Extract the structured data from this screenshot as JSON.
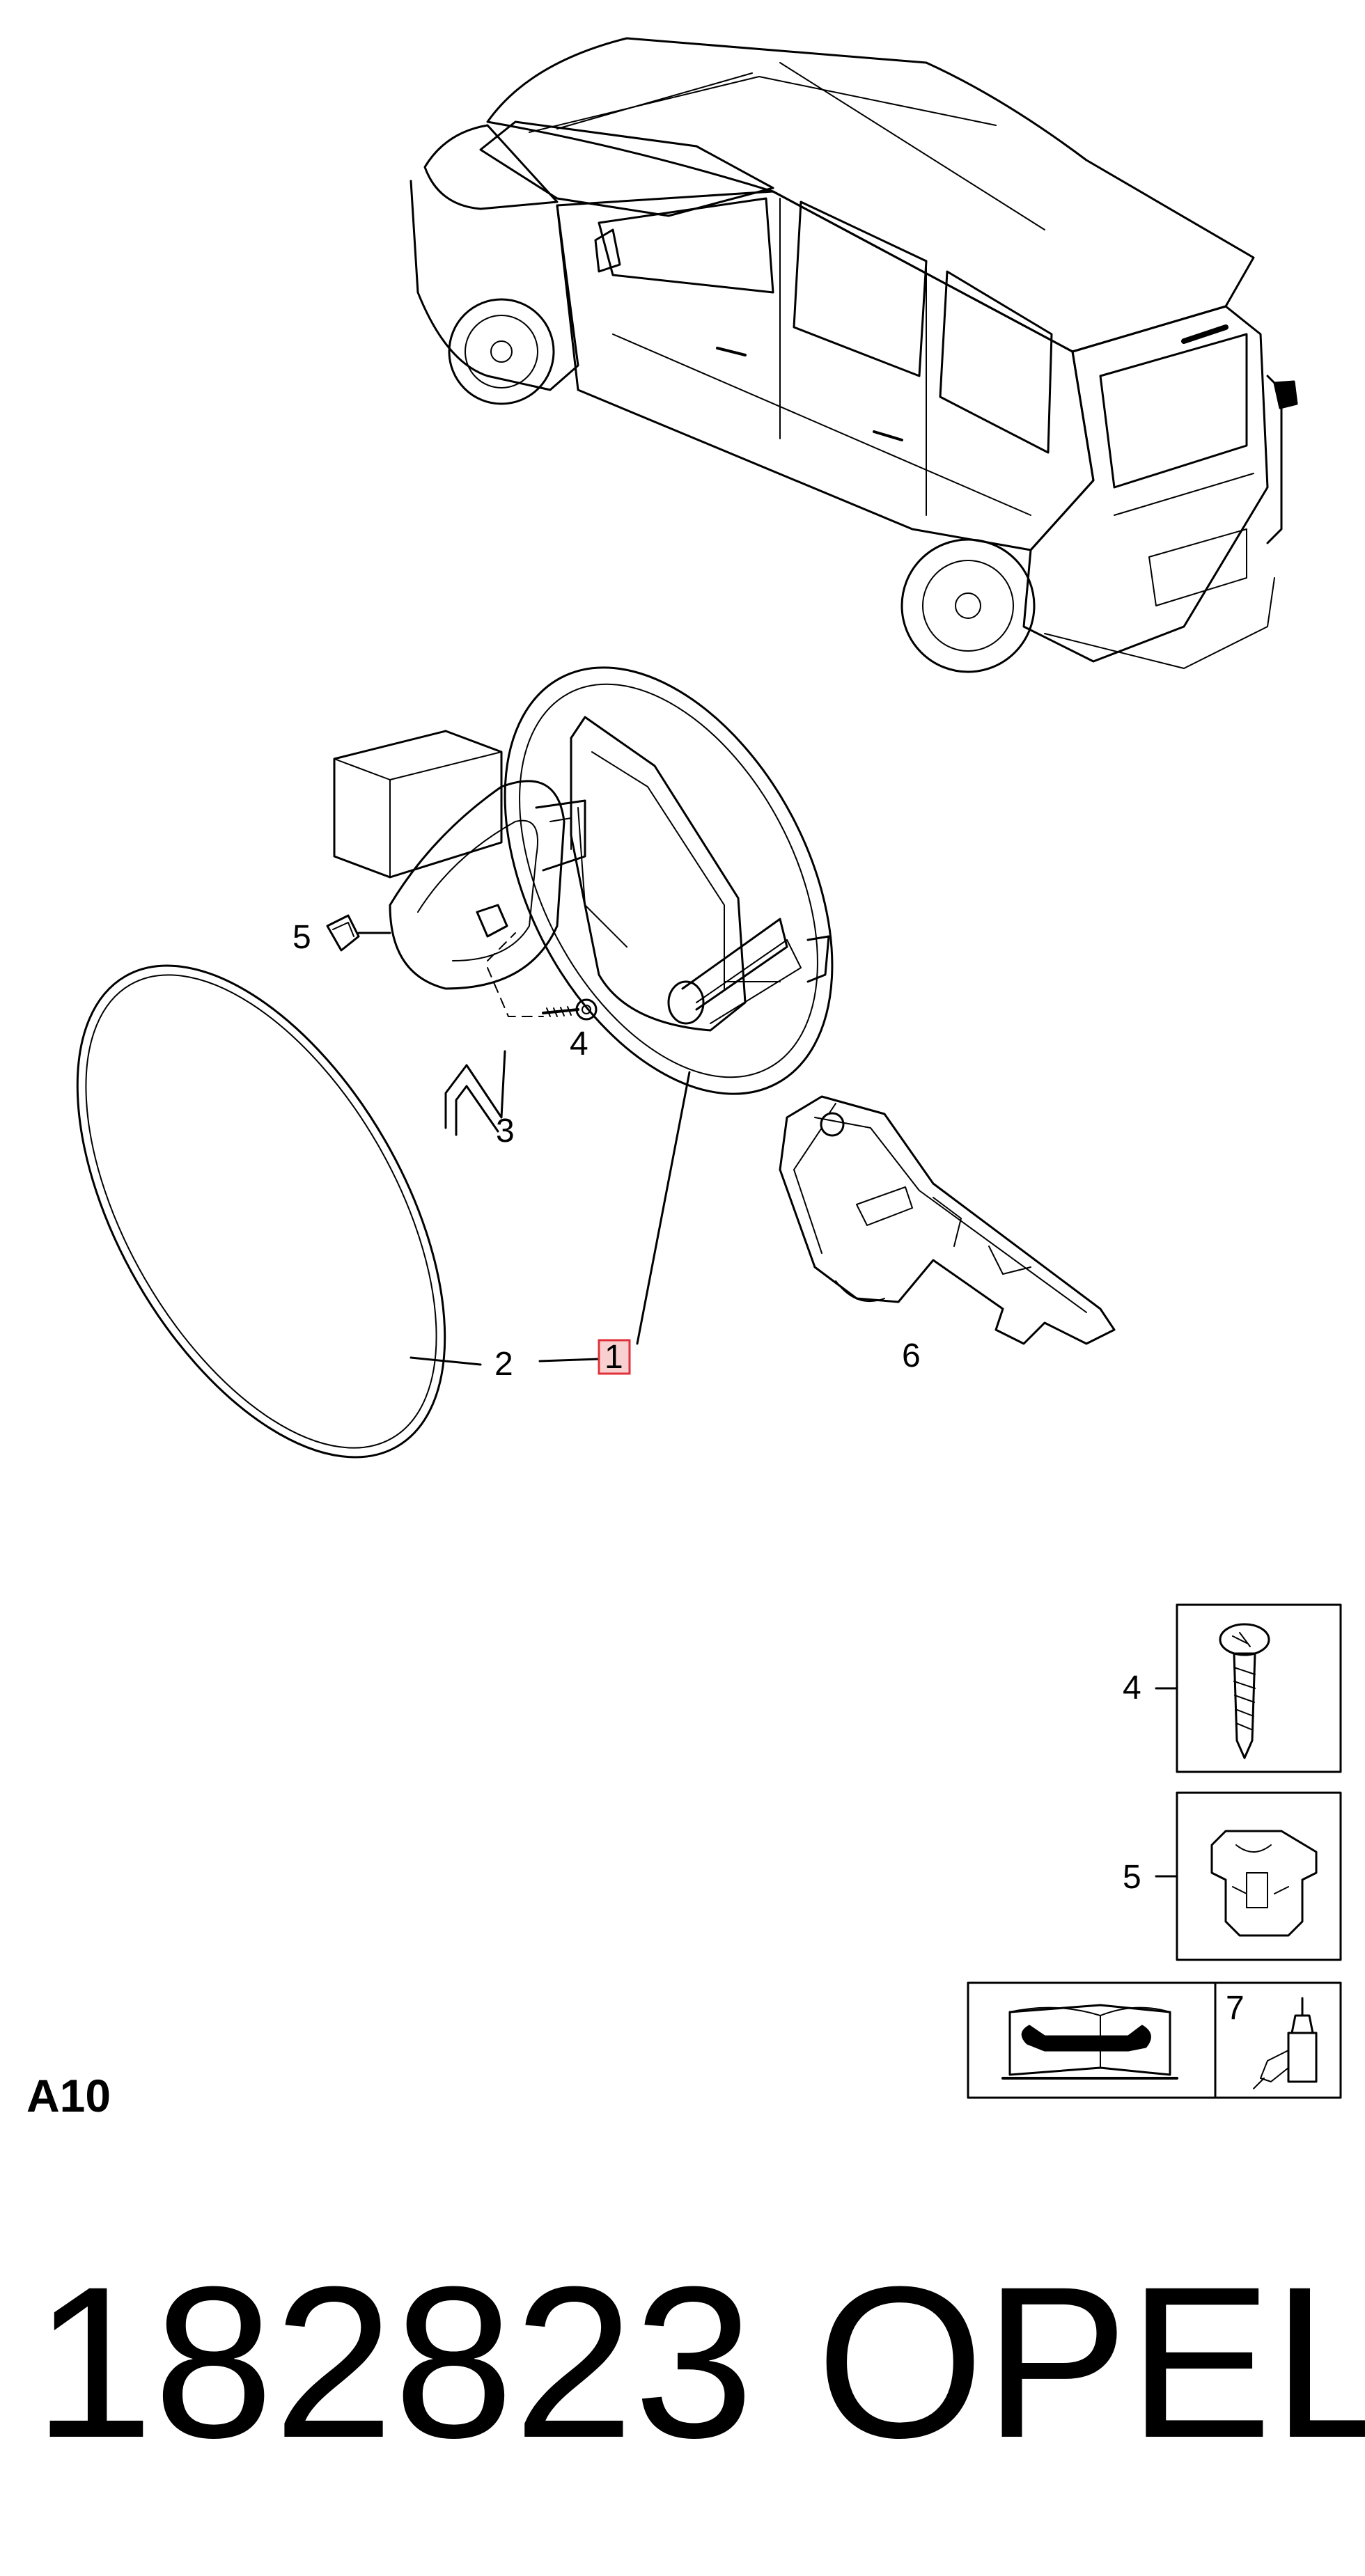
{
  "diagram": {
    "callouts": {
      "item_1": "1",
      "item_2": "2",
      "item_3": "3",
      "item_4": "4",
      "item_5": "5",
      "item_6": "6",
      "item_7": "7"
    },
    "legend": {
      "screw_ref": "4",
      "clip_ref": "5",
      "adhesive_ref": "7"
    },
    "highlight_color": "#e0303a",
    "line_color": "#000000",
    "icons": [
      "repair-manual-icon",
      "adhesive-bottle-icon",
      "screw-icon",
      "clip-icon"
    ]
  },
  "footer": {
    "section_code": "A10",
    "part_number": "182823",
    "brand": "OPEL"
  }
}
